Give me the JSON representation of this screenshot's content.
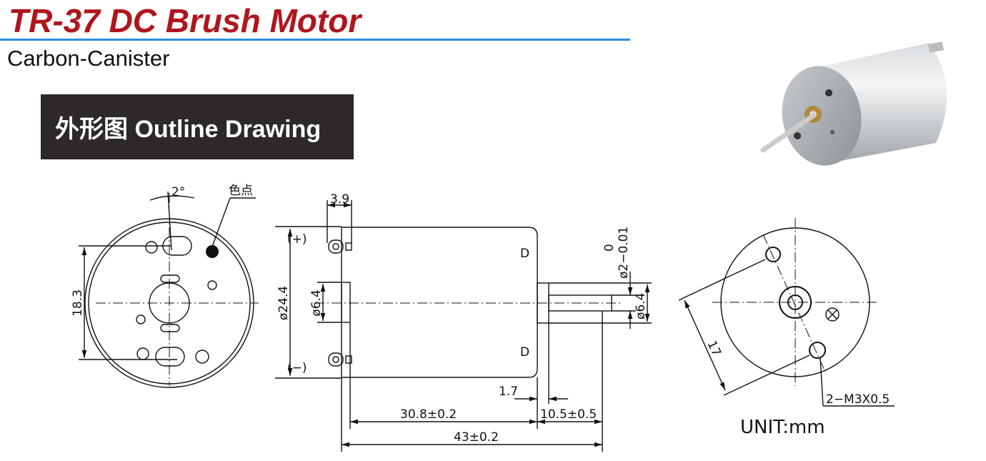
{
  "header": {
    "title": "TR-37 DC Brush Motor",
    "subtitle": "Carbon-Canister",
    "section_label": "外形图 Outline Drawing"
  },
  "colors": {
    "title": "#b0151d",
    "rule": "#2a8fe0",
    "badge_bg": "#2d2929"
  },
  "front_view": {
    "angle_dim": "2°",
    "color_dot_label": "色点",
    "height_dim": "18.3"
  },
  "side_view": {
    "terminal_dim": "3.9",
    "positive_label": "(+)",
    "negative_label": "(−)",
    "body_dia": "ø24.4",
    "boss_dia": "ø6.4",
    "shaft_tol_upper": "0",
    "shaft_dia": "ø2−0.01",
    "shaft_boss_dia": "ø6.4",
    "boss_len": "1.7",
    "body_len": "30.8±0.2",
    "shaft_len": "10.5±0.5",
    "total_len": "43±0.2"
  },
  "rear_view": {
    "hole_spacing": "17",
    "thread_callout": "2−M3X0.5",
    "unit_label": "UNIT:mm"
  }
}
